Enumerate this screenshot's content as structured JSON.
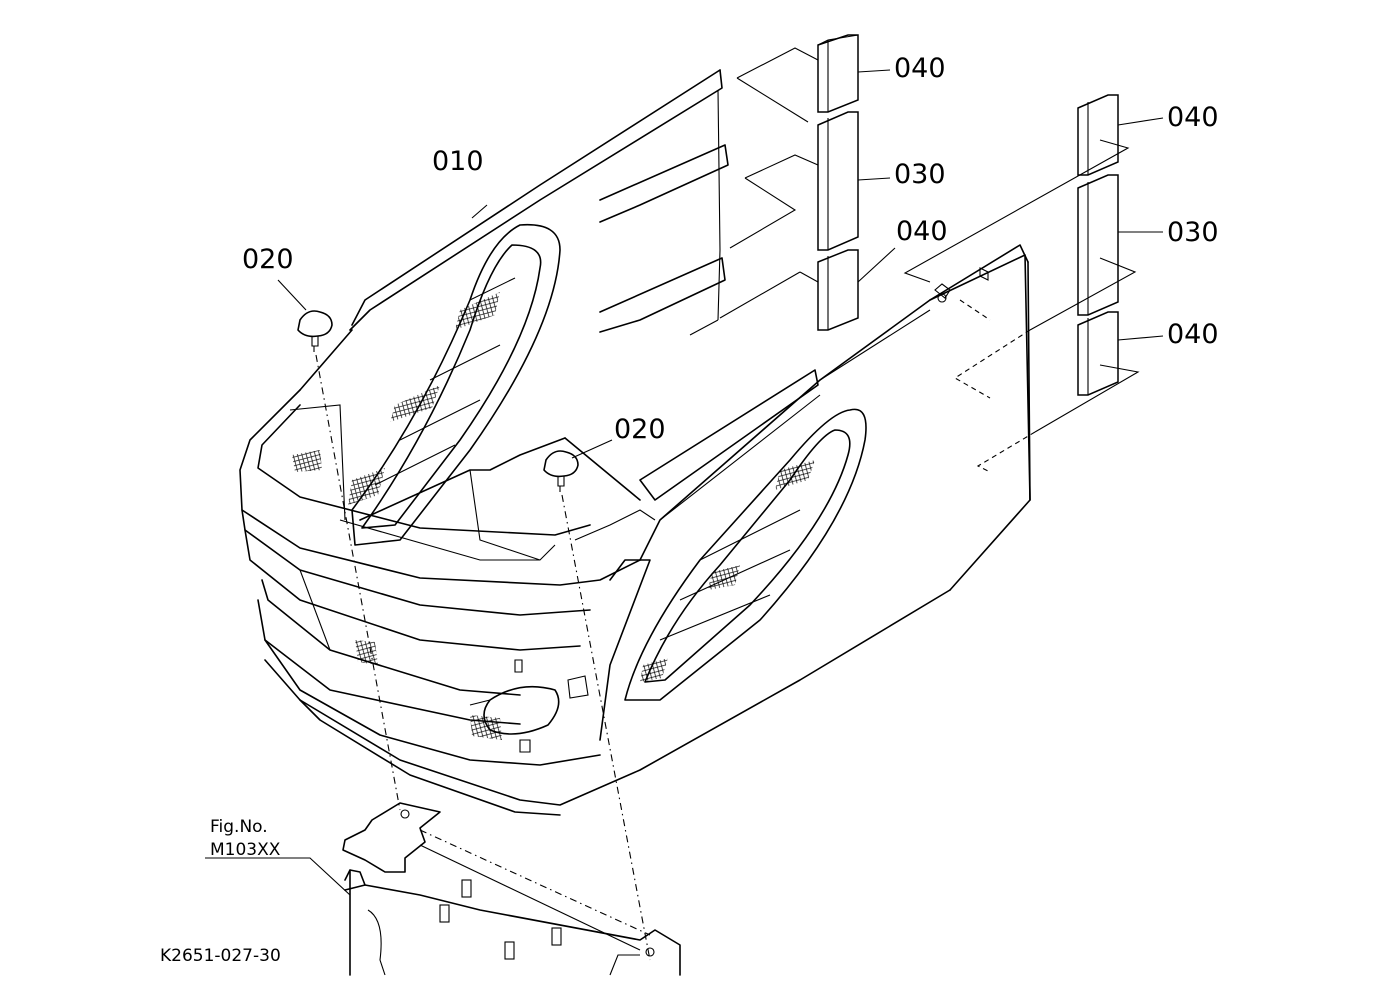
{
  "callouts": {
    "bonnet": "010",
    "knob_left": "020",
    "knob_right": "020",
    "pad_top_left": "040",
    "pad_mid_left": "030",
    "pad_bot_left": "040",
    "pad_top_right": "040",
    "pad_mid_right": "030",
    "pad_bot_right": "040"
  },
  "reference": {
    "fig_label": "Fig.No.",
    "fig_number": "M103XX"
  },
  "drawing_code": "K2651-027-30"
}
